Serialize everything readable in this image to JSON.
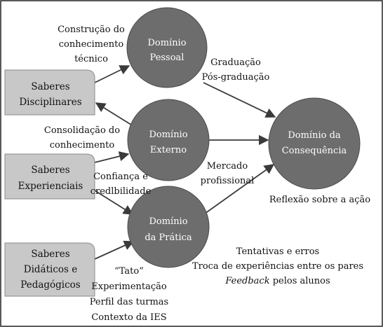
{
  "colors": {
    "circle": "#6d6d6d",
    "circle_stroke": "#4a4a4a",
    "box": "#c8c8c8",
    "box_stroke": "#8a8a8a",
    "arrow": "#3a3a3a",
    "frame": "#222222"
  },
  "boxes": {
    "disciplinares": [
      "Saberes",
      "Disciplinares"
    ],
    "experienciais": [
      "Saberes",
      "Experienciais"
    ],
    "didaticos": [
      "Saberes",
      "Didáticos e",
      "Pedagógicos"
    ]
  },
  "circles": {
    "pessoal": [
      "Domínio",
      "Pessoal"
    ],
    "externo": [
      "Domínio",
      "Externo"
    ],
    "pratica": [
      "Domínio",
      "da Prática"
    ],
    "consequencia": [
      "Domínio da",
      "Consequência"
    ]
  },
  "labels": {
    "construcao": [
      "Construção do",
      "conhecimento",
      "técnico"
    ],
    "graduacao": [
      "Graduação",
      "Pós-graduação"
    ],
    "consolidacao": [
      "Consolidação do",
      "conhecimento"
    ],
    "confianca": [
      "Confiança e",
      "credlbilidade"
    ],
    "mercado": [
      "Mercado",
      "profissional"
    ],
    "reflexao": "Reflexão sobre a ação",
    "tato": [
      "“Tato”",
      "Experimentação",
      "Perfil das turmas",
      "Contexto da IES"
    ],
    "tentativas": [
      "Tentativas e erros",
      "Troca de experiências entre os pares"
    ],
    "feedback_italic": "Feedback",
    "feedback_rest": " pelos alunos"
  }
}
